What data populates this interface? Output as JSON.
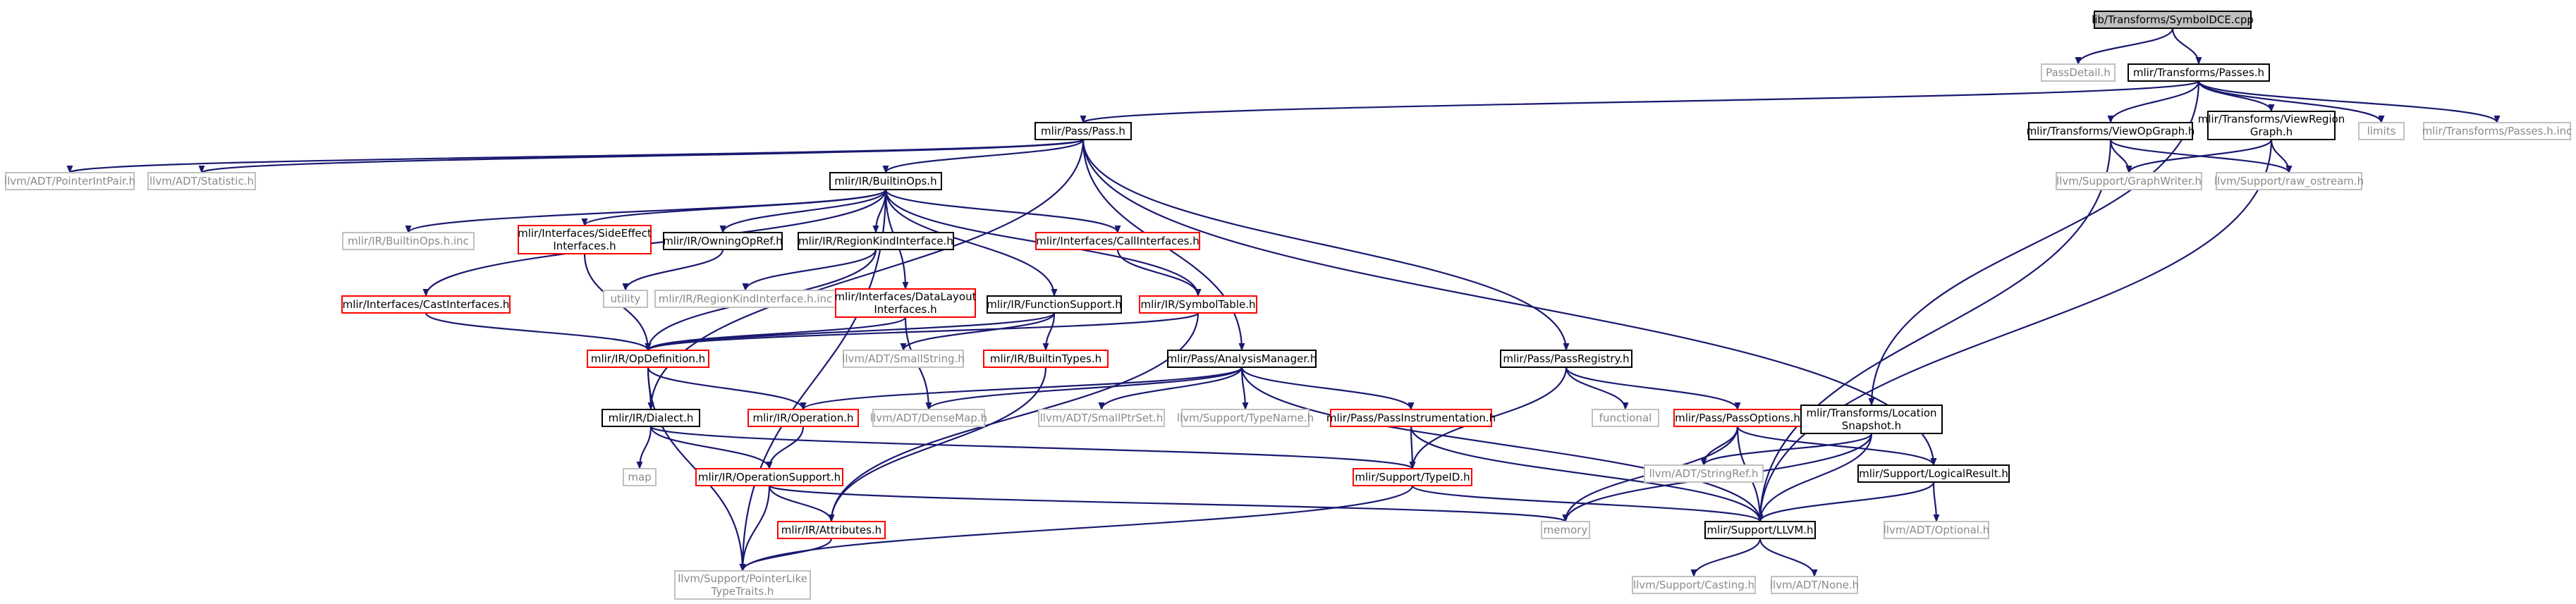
{
  "colors": {
    "edge": "#191970",
    "box_black": "#000000",
    "box_red": "#ff0000",
    "box_gray": "#c0c0c0",
    "root_fill": "#bfbfbf",
    "text_gray": "#8a8a8a"
  },
  "nodes": [
    {
      "id": "root",
      "label": [
        "lib/Transforms/SymbolDCE.cpp"
      ],
      "style": "root"
    },
    {
      "id": "passdetail",
      "label": [
        "PassDetail.h"
      ],
      "style": "gray"
    },
    {
      "id": "passes",
      "label": [
        "mlir/Transforms/Passes.h"
      ],
      "style": "black"
    },
    {
      "id": "pass",
      "label": [
        "mlir/Pass/Pass.h"
      ],
      "style": "black"
    },
    {
      "id": "viewopgraph",
      "label": [
        "mlir/Transforms/ViewOpGraph.h"
      ],
      "style": "black"
    },
    {
      "id": "viewregiongraph",
      "label": [
        "mlir/Transforms/ViewRegion",
        "Graph.h"
      ],
      "style": "black"
    },
    {
      "id": "limits",
      "label": [
        "limits"
      ],
      "style": "gray"
    },
    {
      "id": "passesinc",
      "label": [
        "mlir/Transforms/Passes.h.inc"
      ],
      "style": "gray"
    },
    {
      "id": "pointerintpair",
      "label": [
        "llvm/ADT/PointerIntPair.h"
      ],
      "style": "gray"
    },
    {
      "id": "statistic",
      "label": [
        "llvm/ADT/Statistic.h"
      ],
      "style": "gray"
    },
    {
      "id": "builtinops",
      "label": [
        "mlir/IR/BuiltinOps.h"
      ],
      "style": "black"
    },
    {
      "id": "graphwriter",
      "label": [
        "llvm/Support/GraphWriter.h"
      ],
      "style": "gray"
    },
    {
      "id": "rawostream",
      "label": [
        "llvm/Support/raw_ostream.h"
      ],
      "style": "gray"
    },
    {
      "id": "builtinopsinc",
      "label": [
        "mlir/IR/BuiltinOps.h.inc"
      ],
      "style": "gray"
    },
    {
      "id": "sideeffect",
      "label": [
        "mlir/Interfaces/SideEffect",
        "Interfaces.h"
      ],
      "style": "red"
    },
    {
      "id": "owningopref",
      "label": [
        "mlir/IR/OwningOpRef.h"
      ],
      "style": "black"
    },
    {
      "id": "regionkind",
      "label": [
        "mlir/IR/RegionKindInterface.h"
      ],
      "style": "black"
    },
    {
      "id": "callinterfaces",
      "label": [
        "mlir/Interfaces/CallInterfaces.h"
      ],
      "style": "red"
    },
    {
      "id": "utility",
      "label": [
        "utility"
      ],
      "style": "gray"
    },
    {
      "id": "regionkindinc",
      "label": [
        "mlir/IR/RegionKindInterface.h.inc"
      ],
      "style": "gray"
    },
    {
      "id": "castinterfaces",
      "label": [
        "mlir/Interfaces/CastInterfaces.h"
      ],
      "style": "red"
    },
    {
      "id": "datalayout",
      "label": [
        "mlir/Interfaces/DataLayout",
        "Interfaces.h"
      ],
      "style": "red"
    },
    {
      "id": "functionsupport",
      "label": [
        "mlir/IR/FunctionSupport.h"
      ],
      "style": "black"
    },
    {
      "id": "symboltable",
      "label": [
        "mlir/IR/SymbolTable.h"
      ],
      "style": "red"
    },
    {
      "id": "opdefinition",
      "label": [
        "mlir/IR/OpDefinition.h"
      ],
      "style": "red"
    },
    {
      "id": "smallstring",
      "label": [
        "llvm/ADT/SmallString.h"
      ],
      "style": "gray"
    },
    {
      "id": "builtintypes",
      "label": [
        "mlir/IR/BuiltinTypes.h"
      ],
      "style": "red"
    },
    {
      "id": "analysismanager",
      "label": [
        "mlir/Pass/AnalysisManager.h"
      ],
      "style": "black"
    },
    {
      "id": "passregistry",
      "label": [
        "mlir/Pass/PassRegistry.h"
      ],
      "style": "black"
    },
    {
      "id": "functional",
      "label": [
        "functional"
      ],
      "style": "gray"
    },
    {
      "id": "passoptions",
      "label": [
        "mlir/Pass/PassOptions.h"
      ],
      "style": "red"
    },
    {
      "id": "locationsnapshot",
      "label": [
        "mlir/Transforms/Location",
        "Snapshot.h"
      ],
      "style": "black"
    },
    {
      "id": "dialect",
      "label": [
        "mlir/IR/Dialect.h"
      ],
      "style": "black"
    },
    {
      "id": "operation",
      "label": [
        "mlir/IR/Operation.h"
      ],
      "style": "red"
    },
    {
      "id": "densemap",
      "label": [
        "llvm/ADT/DenseMap.h"
      ],
      "style": "gray"
    },
    {
      "id": "smallptrset",
      "label": [
        "llvm/ADT/SmallPtrSet.h"
      ],
      "style": "gray"
    },
    {
      "id": "typename",
      "label": [
        "llvm/Support/TypeName.h"
      ],
      "style": "gray"
    },
    {
      "id": "passinstrumentation",
      "label": [
        "mlir/Pass/PassInstrumentation.h"
      ],
      "style": "red"
    },
    {
      "id": "stringref",
      "label": [
        "llvm/ADT/StringRef.h"
      ],
      "style": "gray"
    },
    {
      "id": "map",
      "label": [
        "map"
      ],
      "style": "gray"
    },
    {
      "id": "operationsupport",
      "label": [
        "mlir/IR/OperationSupport.h"
      ],
      "style": "red"
    },
    {
      "id": "typeid",
      "label": [
        "mlir/Support/TypeID.h"
      ],
      "style": "red"
    },
    {
      "id": "logicalresult",
      "label": [
        "mlir/Support/LogicalResult.h"
      ],
      "style": "black"
    },
    {
      "id": "attributes",
      "label": [
        "mlir/IR/Attributes.h"
      ],
      "style": "red"
    },
    {
      "id": "memory",
      "label": [
        "memory"
      ],
      "style": "gray"
    },
    {
      "id": "llvmh",
      "label": [
        "mlir/Support/LLVM.h"
      ],
      "style": "black"
    },
    {
      "id": "optional",
      "label": [
        "llvm/ADT/Optional.h"
      ],
      "style": "gray"
    },
    {
      "id": "pointerlike",
      "label": [
        "llvm/Support/PointerLike",
        "TypeTraits.h"
      ],
      "style": "gray"
    },
    {
      "id": "casting",
      "label": [
        "llvm/Support/Casting.h"
      ],
      "style": "gray"
    },
    {
      "id": "none",
      "label": [
        "llvm/ADT/None.h"
      ],
      "style": "gray"
    }
  ],
  "edges": [
    [
      "root",
      "passdetail"
    ],
    [
      "root",
      "passes"
    ],
    [
      "passes",
      "pass"
    ],
    [
      "passes",
      "viewopgraph"
    ],
    [
      "passes",
      "viewregiongraph"
    ],
    [
      "passes",
      "limits"
    ],
    [
      "passes",
      "passesinc"
    ],
    [
      "passes",
      "locationsnapshot"
    ],
    [
      "pass",
      "pointerintpair"
    ],
    [
      "pass",
      "statistic"
    ],
    [
      "pass",
      "builtinops"
    ],
    [
      "pass",
      "dialect"
    ],
    [
      "pass",
      "analysismanager"
    ],
    [
      "pass",
      "passregistry"
    ],
    [
      "pass",
      "logicalresult"
    ],
    [
      "viewopgraph",
      "graphwriter"
    ],
    [
      "viewopgraph",
      "rawostream"
    ],
    [
      "viewopgraph",
      "llvmh"
    ],
    [
      "viewregiongraph",
      "graphwriter"
    ],
    [
      "viewregiongraph",
      "rawostream"
    ],
    [
      "viewregiongraph",
      "llvmh"
    ],
    [
      "builtinops",
      "builtinopsinc"
    ],
    [
      "builtinops",
      "sideeffect"
    ],
    [
      "builtinops",
      "owningopref"
    ],
    [
      "builtinops",
      "regionkind"
    ],
    [
      "builtinops",
      "callinterfaces"
    ],
    [
      "builtinops",
      "castinterfaces"
    ],
    [
      "builtinops",
      "datalayout"
    ],
    [
      "builtinops",
      "functionsupport"
    ],
    [
      "builtinops",
      "symboltable"
    ],
    [
      "builtinops",
      "pointerlike"
    ],
    [
      "owningopref",
      "utility"
    ],
    [
      "regionkind",
      "regionkindinc"
    ],
    [
      "regionkind",
      "opdefinition"
    ],
    [
      "callinterfaces",
      "symboltable"
    ],
    [
      "sideeffect",
      "opdefinition"
    ],
    [
      "castinterfaces",
      "opdefinition"
    ],
    [
      "datalayout",
      "opdefinition"
    ],
    [
      "datalayout",
      "densemap"
    ],
    [
      "functionsupport",
      "opdefinition"
    ],
    [
      "functionsupport",
      "smallstring"
    ],
    [
      "functionsupport",
      "builtintypes"
    ],
    [
      "symboltable",
      "opdefinition"
    ],
    [
      "symboltable",
      "attributes"
    ],
    [
      "opdefinition",
      "dialect"
    ],
    [
      "opdefinition",
      "operation"
    ],
    [
      "opdefinition",
      "pointerlike"
    ],
    [
      "builtintypes",
      "attributes"
    ],
    [
      "analysismanager",
      "operation"
    ],
    [
      "analysismanager",
      "densemap"
    ],
    [
      "analysismanager",
      "smallptrset"
    ],
    [
      "analysismanager",
      "typename"
    ],
    [
      "analysismanager",
      "passinstrumentation"
    ],
    [
      "analysismanager",
      "llvmh"
    ],
    [
      "passregistry",
      "functional"
    ],
    [
      "passregistry",
      "passoptions"
    ],
    [
      "passregistry",
      "typeid"
    ],
    [
      "passoptions",
      "stringref"
    ],
    [
      "passoptions",
      "memory"
    ],
    [
      "passoptions",
      "llvmh"
    ],
    [
      "passoptions",
      "logicalresult"
    ],
    [
      "passinstrumentation",
      "typeid"
    ],
    [
      "passinstrumentation",
      "llvmh"
    ],
    [
      "locationsnapshot",
      "stringref"
    ],
    [
      "locationsnapshot",
      "memory"
    ],
    [
      "locationsnapshot",
      "llvmh"
    ],
    [
      "dialect",
      "map"
    ],
    [
      "dialect",
      "operationsupport"
    ],
    [
      "dialect",
      "typeid"
    ],
    [
      "operation",
      "operationsupport"
    ],
    [
      "operationsupport",
      "attributes"
    ],
    [
      "operationsupport",
      "memory"
    ],
    [
      "operationsupport",
      "pointerlike"
    ],
    [
      "typeid",
      "llvmh"
    ],
    [
      "typeid",
      "pointerlike"
    ],
    [
      "logicalresult",
      "llvmh"
    ],
    [
      "logicalresult",
      "optional"
    ],
    [
      "attributes",
      "pointerlike"
    ],
    [
      "llvmh",
      "casting"
    ],
    [
      "llvmh",
      "none"
    ]
  ]
}
